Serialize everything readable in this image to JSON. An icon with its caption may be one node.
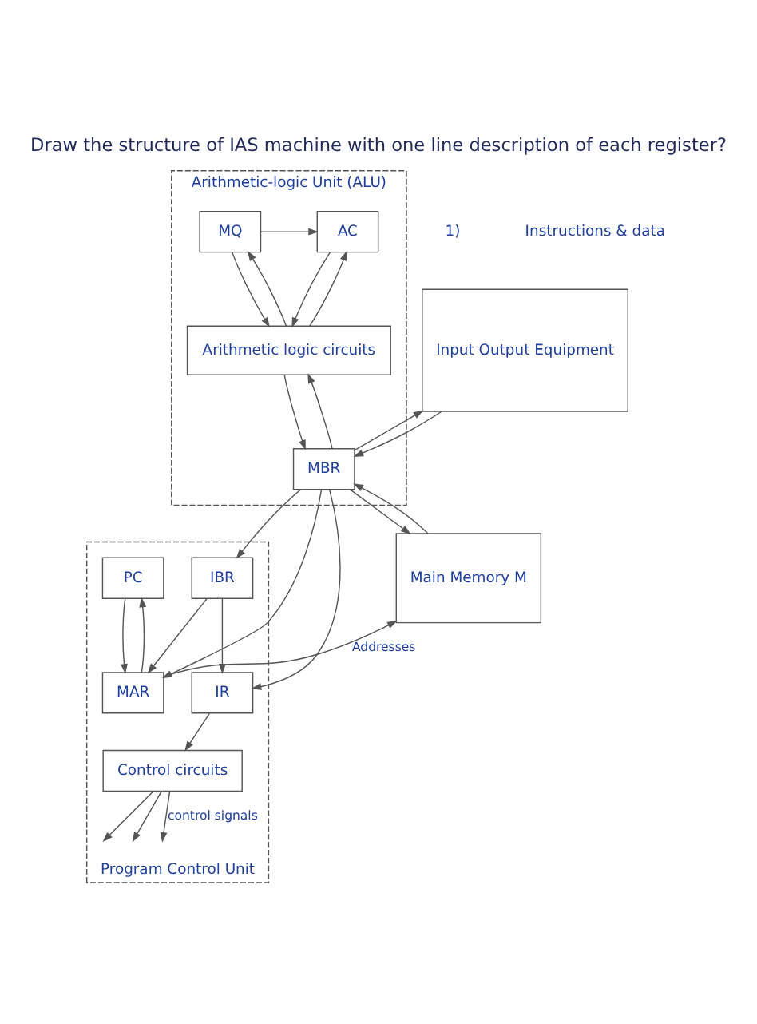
{
  "diagram": {
    "title": "Draw the structure of IAS machine with one line description of each register?",
    "nodes": [
      {
        "text": [
          "Arithmetic-logic Unit (ALU)"
        ]
      },
      {
        "text": [
          "AC"
        ],
        "in": 0
      },
      {
        "text": [
          "MQ"
        ],
        "in": 0
      },
      {
        "text": [
          "Input Output Equipment"
        ]
      },
      {
        "text": [
          "Arithmetic logic circuits"
        ],
        "in": 0
      },
      {
        "text": [
          "MBR"
        ],
        "in": 0
      },
      {
        "text": [
          "Program Control Unit"
        ]
      },
      {
        "text": [
          "IBR"
        ],
        "in": 6
      },
      {
        "text": [
          "PC"
        ],
        "in": 6
      },
      {
        "text": [
          "Main Memory M"
        ]
      },
      {
        "text": [
          "IR"
        ],
        "in": 6
      },
      {
        "text": [
          "MAR"
        ],
        "in": 6
      },
      {
        "text": [
          "Control circuits"
        ],
        "in": 6
      }
    ],
    "edges": [
      {
        "from": 2,
        "to": 1,
        "arrow": "to"
      },
      {
        "from": 1,
        "to": 4,
        "arrow": "to"
      },
      {
        "from": 4,
        "to": 1,
        "arrow": "to"
      },
      {
        "from": 2,
        "to": 4,
        "arrow": "to"
      },
      {
        "from": 4,
        "to": 2,
        "arrow": "to"
      },
      {
        "from": 4,
        "to": 5,
        "arrow": "to"
      },
      {
        "from": 5,
        "to": 4,
        "arrow": "to"
      },
      {
        "from": 5,
        "to": 3,
        "arrow": "to"
      },
      {
        "from": 3,
        "to": 5,
        "arrow": "to"
      },
      {
        "from": 5,
        "to": 9,
        "arrow": "to"
      },
      {
        "from": 9,
        "to": 5,
        "arrow": "to"
      },
      {
        "from": 5,
        "to": 7,
        "arrow": "to"
      },
      {
        "from": 5,
        "to": 10,
        "arrow": "to"
      },
      {
        "from": 5,
        "to": 11,
        "arrow": "to"
      },
      {
        "from": 7,
        "to": 10,
        "arrow": "to"
      },
      {
        "from": 7,
        "to": 11,
        "arrow": "to"
      },
      {
        "from": 8,
        "to": 11,
        "arrow": "to"
      },
      {
        "from": 11,
        "to": 8,
        "arrow": "to"
      },
      {
        "from": 10,
        "to": 12,
        "arrow": "to"
      },
      {
        "from": 11,
        "to": 9,
        "arrow": "to",
        "label": "Addresses"
      },
      {
        "from": 12,
        "to": null,
        "arrow": "to"
      },
      {
        "from": 12,
        "to": null,
        "arrow": "to"
      },
      {
        "from": 12,
        "to": null,
        "arrow": "to",
        "label": "control signals"
      }
    ],
    "labels": [
      "1)",
      "Instructions & data"
    ]
  }
}
